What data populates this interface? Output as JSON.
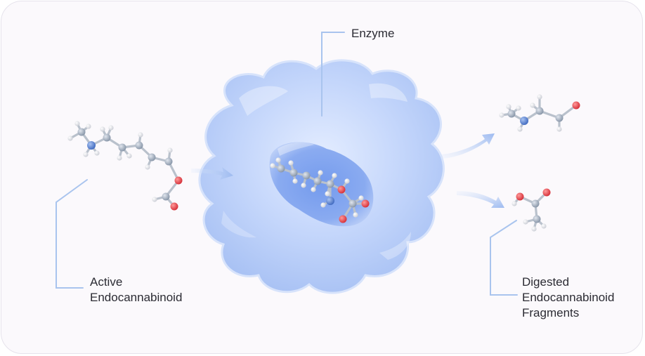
{
  "labels": {
    "active": [
      "Active",
      "Endocannabinoid"
    ],
    "enzyme": "Enzyme",
    "digested": [
      "Digested",
      "Endocannabinoid",
      "Fragments"
    ]
  },
  "colors": {
    "background": "#fbf9fc",
    "border": "#e6e3ec",
    "leader_line": "#a9c4ee",
    "arrow": "#9fbcf0",
    "enzyme_blob": "#c6d8fb",
    "enzyme_pocket": "#7ea3ef",
    "atom_carbon": "#9aa7b8",
    "atom_hydrogen": "#f2f3f6",
    "atom_nitrogen": "#5c86d6",
    "atom_oxygen": "#e8454c",
    "text": "#2b2b33"
  }
}
